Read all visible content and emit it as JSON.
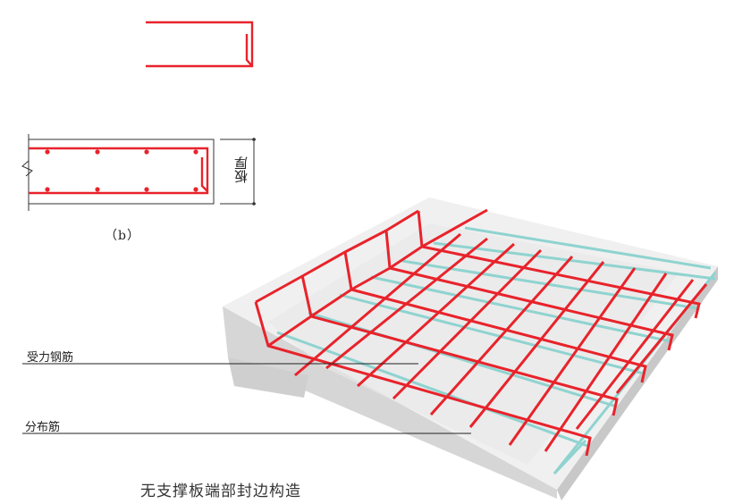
{
  "labels": {
    "sub_figure": "（b）",
    "slab_thickness": "板厚",
    "main_rebar": "受力钢筋",
    "distribution_rebar": "分布筋",
    "caption": "无支撑板端部封边构造"
  },
  "colors": {
    "rebar_main": "#e8232b",
    "rebar_distribution": "#8fd3d0",
    "concrete_top": "#ededed",
    "concrete_side": "#d9d9d9",
    "outline": "#333333"
  }
}
